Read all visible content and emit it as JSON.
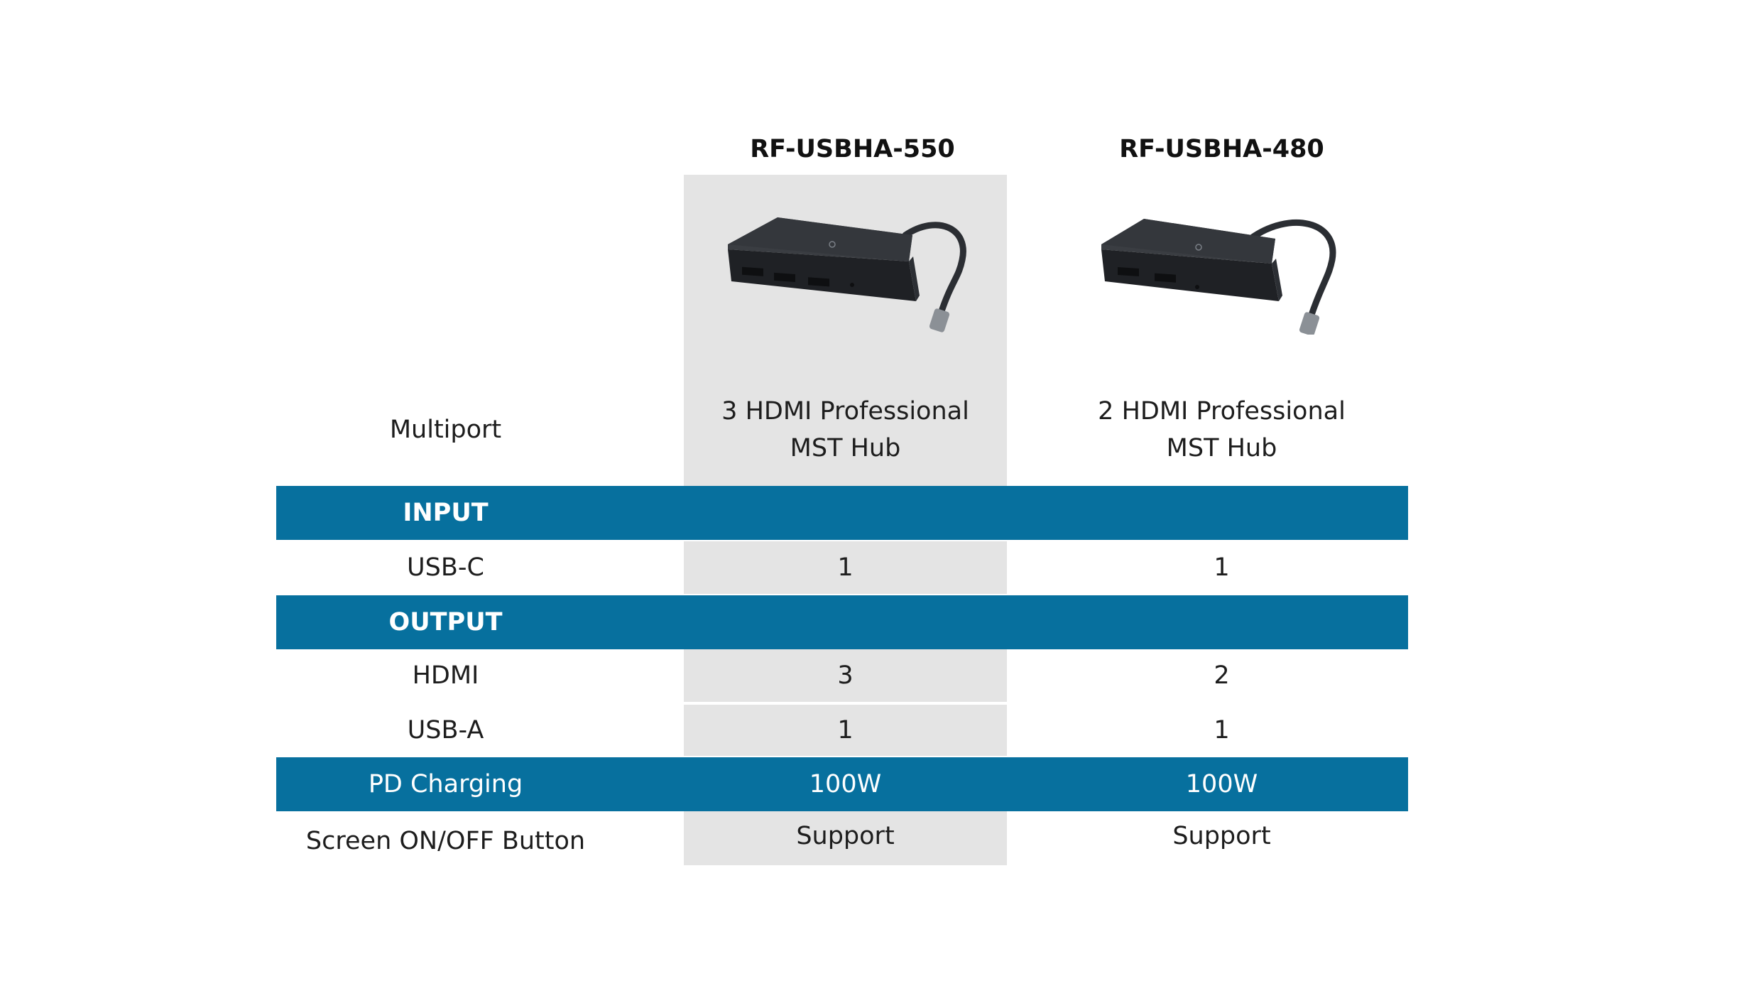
{
  "products": [
    {
      "model": "RF-USBHA-550",
      "hdmi_ports": 3
    },
    {
      "model": "RF-USBHA-480",
      "hdmi_ports": 2
    }
  ],
  "rows": {
    "multiport": {
      "label": "Multiport",
      "values": [
        "3 HDMI Professional\nMST Hub",
        "2 HDMI Professional\nMST Hub"
      ]
    },
    "input_header": "INPUT",
    "usb_c": {
      "label": "USB-C",
      "values": [
        "1",
        "1"
      ]
    },
    "output_header": "OUTPUT",
    "hdmi": {
      "label": "HDMI",
      "values": [
        "3",
        "2"
      ]
    },
    "usb_a": {
      "label": "USB-A",
      "values": [
        "1",
        "1"
      ]
    },
    "pd_charging": {
      "label": "PD Charging",
      "values": [
        "100W",
        "100W"
      ]
    },
    "screen_button": {
      "label": "Screen ON/OFF Button",
      "values": [
        "Support",
        "Support"
      ]
    }
  },
  "colors": {
    "band": "#07709e",
    "shaded_column": "#e4e4e4",
    "band_text": "#ffffff"
  }
}
